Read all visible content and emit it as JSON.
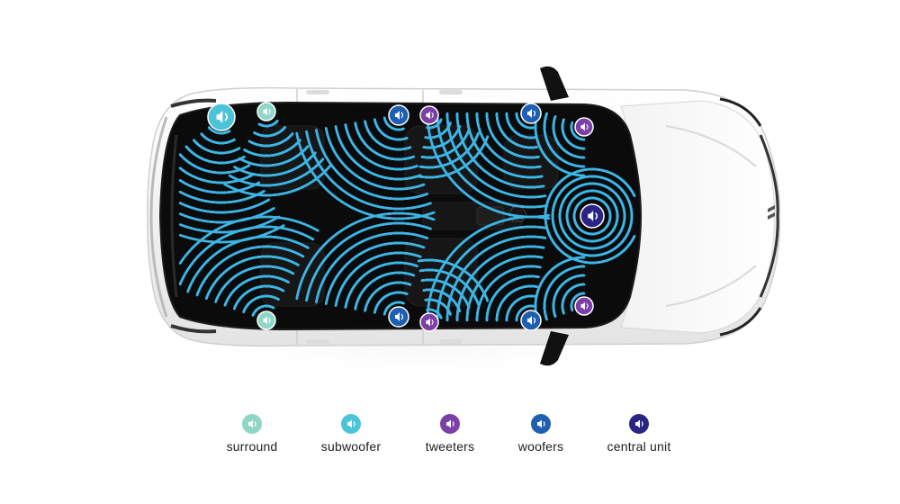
{
  "colors": {
    "surround": "#8ed6c8",
    "subwoofer": "#4cc3d9",
    "tweeters": "#7b3fa6",
    "woofers": "#1f5fb0",
    "central_unit": "#2a2585",
    "sound_dots": "#3fb6e6",
    "cabin": "#0b0b0b",
    "body": "#f4f4f4"
  },
  "speakers": [
    {
      "type": "subwoofer",
      "icon": "speaker-icon"
    },
    {
      "type": "surround",
      "icon": "speaker-icon"
    },
    {
      "type": "surround",
      "icon": "speaker-icon"
    },
    {
      "type": "woofers",
      "icon": "speaker-icon"
    },
    {
      "type": "woofers",
      "icon": "speaker-icon"
    },
    {
      "type": "woofers",
      "icon": "speaker-icon"
    },
    {
      "type": "woofers",
      "icon": "speaker-icon"
    },
    {
      "type": "tweeters",
      "icon": "speaker-icon"
    },
    {
      "type": "tweeters",
      "icon": "speaker-icon"
    },
    {
      "type": "tweeters",
      "icon": "speaker-icon"
    },
    {
      "type": "tweeters",
      "icon": "speaker-icon"
    },
    {
      "type": "central_unit",
      "icon": "speaker-icon"
    }
  ],
  "legend": {
    "surround": "surround",
    "subwoofer": "subwoofer",
    "tweeters": "tweeters",
    "woofers": "woofers",
    "central_unit": "central unit"
  }
}
